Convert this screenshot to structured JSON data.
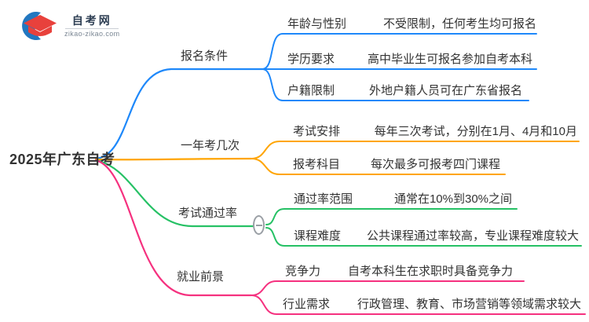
{
  "logo": {
    "title": "自考网",
    "domain": "zikao-zikao.com"
  },
  "root": {
    "label": "2025年广东自考"
  },
  "colors": {
    "blue": "#1e88fa",
    "orange": "#ffa502",
    "green": "#26c165",
    "pink": "#f5317f",
    "toggle_border": "#9a9fa5",
    "text": "#333333"
  },
  "branches": [
    {
      "label": "报名条件",
      "color": "#1e88fa",
      "children": [
        {
          "label": "年龄与性别",
          "value": "不受限制，任何考生均可报名"
        },
        {
          "label": "学历要求",
          "value": "高中毕业生可报名参加自考本科"
        },
        {
          "label": "户籍限制",
          "value": "外地户籍人员可在广东省报名"
        }
      ]
    },
    {
      "label": "一年考几次",
      "color": "#ffa502",
      "children": [
        {
          "label": "考试安排",
          "value": "每年三次考试，分别在1月、4月和10月"
        },
        {
          "label": "报考科目",
          "value": "每次最多可报考四门课程"
        }
      ]
    },
    {
      "label": "考试通过率",
      "color": "#26c165",
      "collapsed": false,
      "children": [
        {
          "label": "通过率范围",
          "value": "通常在10%到30%之间"
        },
        {
          "label": "课程难度",
          "value": "公共课程通过率较高，专业课程难度较大"
        }
      ]
    },
    {
      "label": "就业前景",
      "color": "#f5317f",
      "children": [
        {
          "label": "竞争力",
          "value": "自考本科生在求职时具备竞争力"
        },
        {
          "label": "行业需求",
          "value": "行政管理、教育、市场营销等领域需求较大"
        }
      ]
    }
  ]
}
